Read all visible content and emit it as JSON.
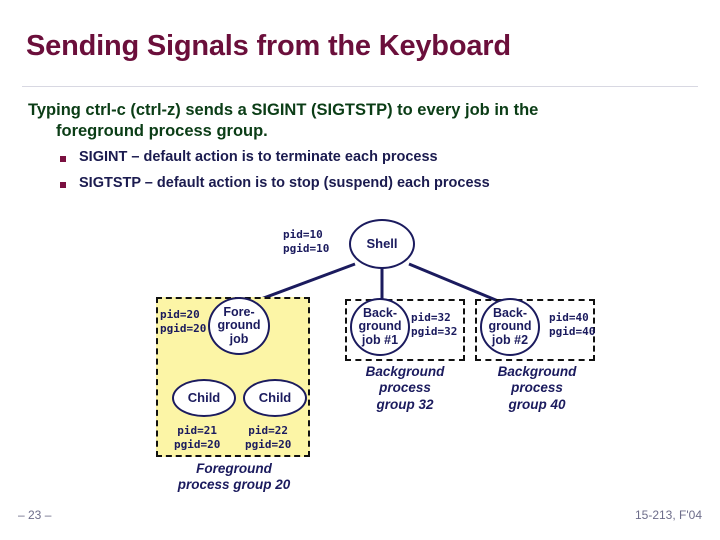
{
  "slide": {
    "title": "Sending Signals from the Keyboard",
    "lead_line1": "Typing ctrl-c (ctrl-z) sends a SIGINT (SIGTSTP) to every job in the",
    "lead_line2": "foreground process group.",
    "bullets": [
      "SIGINT – default action is to terminate each process",
      "SIGTSTP – default action is to stop (suspend) each process"
    ],
    "footer_left": "– 23 –",
    "footer_right": "15-213, F'04"
  },
  "colors": {
    "title": "#6b0f3b",
    "lead": "#0b3d16",
    "bullet_text": "#1b1b4f",
    "bullet_marker": "#7a1040",
    "node_stroke": "#1b1b5e",
    "group_fill": "#fcf5a6",
    "group_stroke": "#111111",
    "footer": "#6d6d8a"
  },
  "diagram": {
    "nodes": [
      {
        "id": "shell",
        "label": "Shell",
        "pid": "pid=10",
        "pgid": "pgid=10"
      },
      {
        "id": "fg-job",
        "label": "Fore-\nground\njob",
        "pid": "pid=20",
        "pgid": "pgid=20"
      },
      {
        "id": "child-1",
        "label": "Child",
        "pid": "pid=21",
        "pgid": "pgid=20"
      },
      {
        "id": "child-2",
        "label": "Child",
        "pid": "pid=22",
        "pgid": "pgid=20"
      },
      {
        "id": "bg-job-1",
        "label": "Back-\nground\njob #1",
        "pid": "pid=32",
        "pgid": "pgid=32"
      },
      {
        "id": "bg-job-2",
        "label": "Back-\nground\njob #2",
        "pid": "pid=40",
        "pgid": "pgid=40"
      }
    ],
    "labels": {
      "shell_pid": "pid=10",
      "shell_pgid": "pgid=10",
      "fg_pid": "pid=20",
      "fg_pgid": "pgid=20",
      "child1_pid": "pid=21",
      "child1_pgid": "pgid=20",
      "child2_pid": "pid=22",
      "child2_pgid": "pgid=20",
      "bg1_pid": "pid=32",
      "bg1_pgid": "pgid=32",
      "bg2_pid": "pid=40",
      "bg2_pgid": "pgid=40"
    },
    "node_text": {
      "shell": "Shell",
      "fg_l1": "Fore-",
      "fg_l2": "ground",
      "fg_l3": "job",
      "child1": "Child",
      "child2": "Child",
      "bg1_l1": "Back-",
      "bg1_l2": "ground",
      "bg1_l3": "job #1",
      "bg2_l1": "Back-",
      "bg2_l2": "ground",
      "bg2_l3": "job #2"
    },
    "captions": {
      "foreground": "Foreground\nprocess group 20",
      "background_32": "Background\nprocess\ngroup 32",
      "background_40": "Background\nprocess\ngroup 40"
    }
  }
}
